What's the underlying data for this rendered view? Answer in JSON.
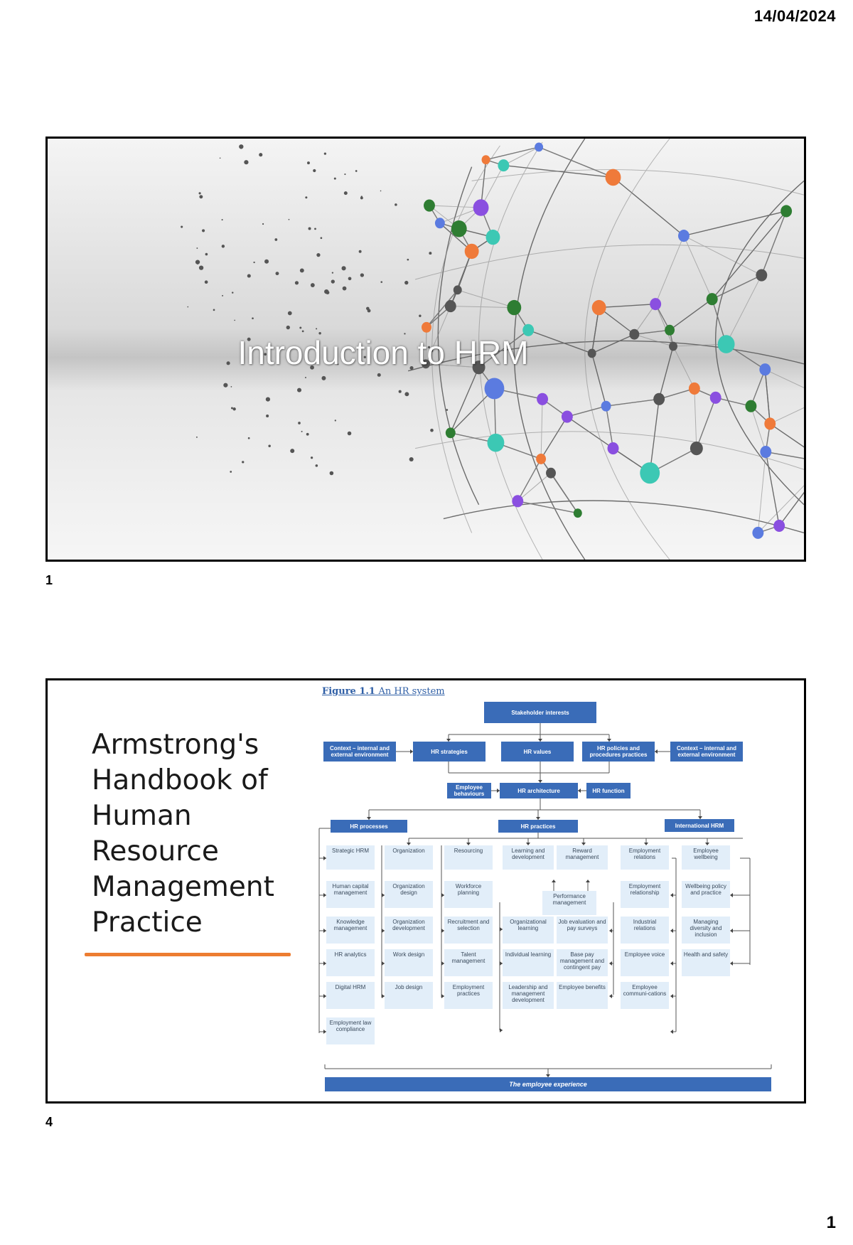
{
  "header": {
    "date": "14/04/2024"
  },
  "slides": [
    {
      "number": "1",
      "title": "Introduction to HRM"
    },
    {
      "number": "4",
      "title": "Armstrong's Handbook of Human Resource Management Practice",
      "figure": {
        "caption_bold": "Figure 1.1",
        "caption_rest": "An HR system",
        "top": {
          "stakeholder": "Stakeholder interests",
          "context_left": "Context – internal and external environment",
          "hr_strategies": "HR strategies",
          "hr_values": "HR values",
          "hr_policies": "HR policies and procedures practices",
          "context_right": "Context – internal and external environment",
          "employee_behaviours": "Employee behaviours",
          "hr_architecture": "HR architecture",
          "hr_function": "HR function",
          "hr_processes": "HR processes",
          "hr_practices": "HR practices",
          "international_hrm": "International HRM"
        },
        "columns": [
          [
            "Strategic HRM",
            "Human capital management",
            "Knowledge management",
            "HR analytics",
            "Digital HRM",
            "Employment law compliance"
          ],
          [
            "Organization",
            "Organization design",
            "Organization development",
            "Work design",
            "Job design"
          ],
          [
            "Resourcing",
            "Workforce planning",
            "Recruitment and selection",
            "Talent management",
            "Employment practices"
          ],
          [
            "Learning and development",
            "Organizational learning",
            "Individual learning",
            "Leadership and management development"
          ],
          [
            "Reward management",
            "Job evaluation and pay surveys",
            "Base pay management and contingent pay",
            "Employee benefits"
          ],
          [
            "Employment relations",
            "Employment relationship",
            "Industrial relations",
            "Employee voice",
            "Employee communi-cations"
          ],
          [
            "Employee wellbeing",
            "Wellbeing policy and practice",
            "Managing diversity and inclusion",
            "Health and safety"
          ]
        ],
        "performance_management": "Performance management",
        "employee_experience": "The employee experience"
      }
    }
  ],
  "footer": {
    "page_number": "1"
  },
  "colors": {
    "accent_orange": "#ed7d31",
    "diagram_blue": "#3a6cb8",
    "diagram_light": "#e2eef9"
  }
}
